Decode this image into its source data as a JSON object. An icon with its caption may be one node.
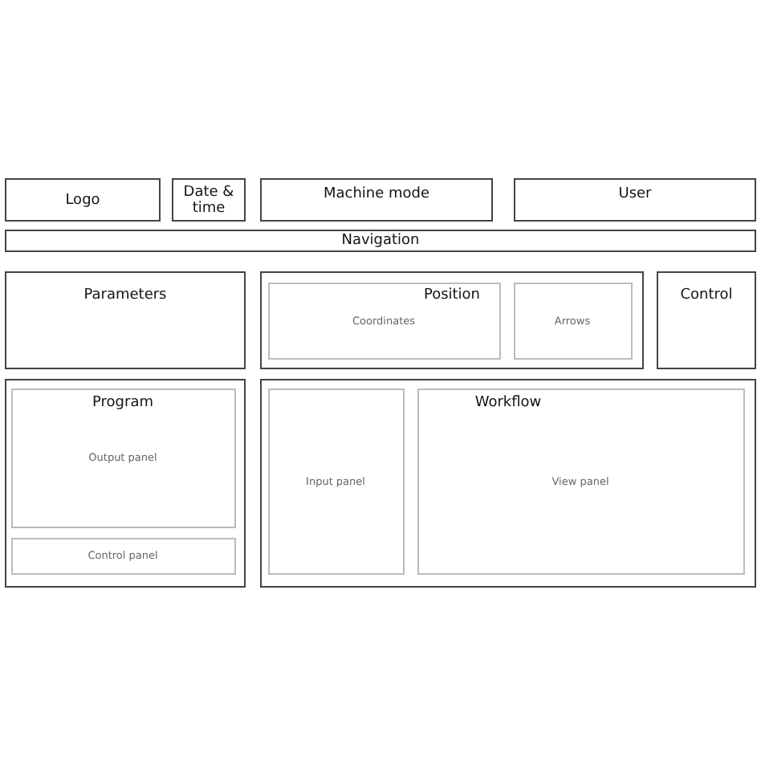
{
  "diagram": {
    "nodes": [
      {
        "text": [
          "Logo"
        ]
      },
      {
        "text": [
          "Date & time"
        ]
      },
      {
        "text": [
          "Machine mode"
        ]
      },
      {
        "text": [
          "User"
        ]
      },
      {
        "text": [
          "Navigation"
        ]
      },
      {
        "text": [
          "Parameters"
        ]
      },
      {
        "text": [],
        "shape": "box"
      },
      {
        "text": [
          "Position",
          "Coordinates"
        ],
        "in": 6
      },
      {
        "text": [
          "Arrows"
        ],
        "in": 6
      },
      {
        "text": [
          "Control"
        ]
      },
      {
        "text": [],
        "shape": "box"
      },
      {
        "text": [
          "Program",
          "Output panel"
        ],
        "in": 10
      },
      {
        "text": [
          "Control panel"
        ],
        "in": 10
      },
      {
        "text": [],
        "shape": "box"
      },
      {
        "text": [
          "Input panel"
        ],
        "in": 13
      },
      {
        "text": [
          "Workflow",
          "View panel"
        ],
        "in": 13
      }
    ],
    "edges": []
  }
}
